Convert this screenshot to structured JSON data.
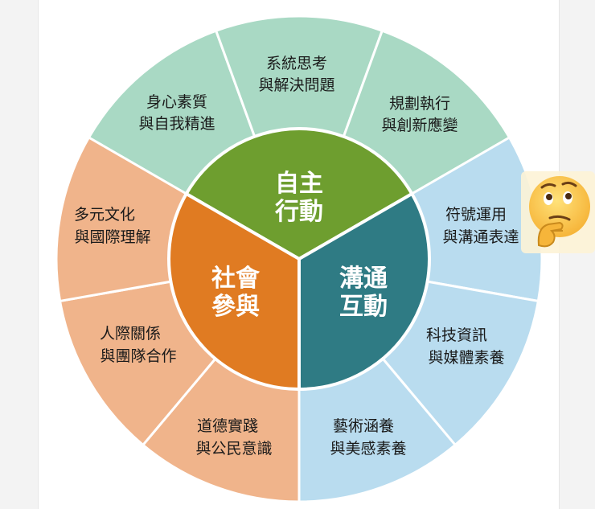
{
  "colors": {
    "autonomy_outer": "#a9d9c4",
    "autonomy_core": "#6e9e2f",
    "communication_outer": "#b9dcef",
    "communication_core": "#2f7b84",
    "social_outer": "#f0b48b",
    "social_core": "#e07b22",
    "divider": "#ffffff",
    "core_text": "#ffffff",
    "outer_text": "#1a1a1a"
  },
  "core": {
    "autonomy": {
      "line1": "自主",
      "line2": "行動"
    },
    "communication": {
      "line1": "溝通",
      "line2": "互動"
    },
    "social": {
      "line1": "社會",
      "line2": "參與"
    }
  },
  "segments": [
    {
      "line1": "身心素質",
      "line2": "與自我精進"
    },
    {
      "line1": "系統思考",
      "line2": "與解決問題"
    },
    {
      "line1": "規劃執行",
      "line2": "與創新應變"
    },
    {
      "line1": "符號運用",
      "line2": "與溝通表達"
    },
    {
      "line1": "科技資訊",
      "line2": "與媒體素養"
    },
    {
      "line1": "藝術涵養",
      "line2": "與美感素養"
    },
    {
      "line1": "道德實踐",
      "line2": "與公民意識"
    },
    {
      "line1": "人際關係",
      "line2": "與團隊合作"
    },
    {
      "line1": "多元文化",
      "line2": "與國際理解"
    }
  ],
  "overlay": {
    "icon": "thinking-face-icon"
  }
}
